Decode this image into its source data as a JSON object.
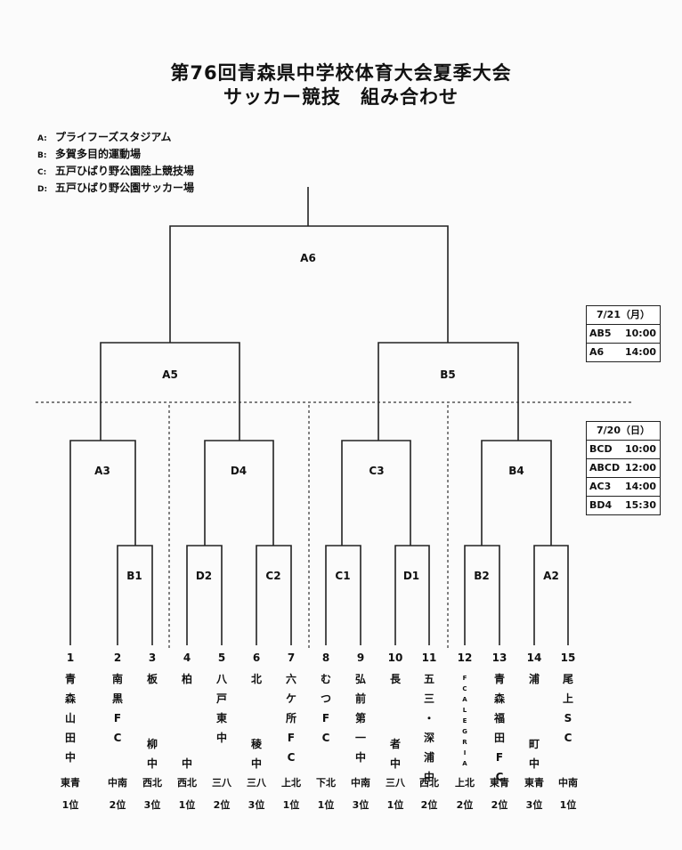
{
  "title": {
    "line1": "第76回青森県中学校体育大会夏季大会",
    "line2": "サッカー競技　組み合わせ"
  },
  "venues": [
    {
      "key": "A:",
      "name": "プライフーズスタジアム"
    },
    {
      "key": "B:",
      "name": "多賀多目的運動場"
    },
    {
      "key": "C:",
      "name": "五戸ひばり野公園陸上競技場"
    },
    {
      "key": "D:",
      "name": "五戸ひばり野公園サッカー場"
    }
  ],
  "matches": {
    "final": "A6",
    "semi_left": "A5",
    "semi_right": "B5",
    "q1": "A3",
    "q2": "D4",
    "q3": "C3",
    "q4": "B4",
    "r1_1": "B1",
    "r1_2": "D2",
    "r1_3": "C2",
    "r1_4": "C1",
    "r1_5": "D1",
    "r1_6": "B2",
    "r1_7": "A2"
  },
  "schedule_0721": {
    "date": "7/21（月）",
    "rows": [
      {
        "match": "AB5",
        "time": "10:00"
      },
      {
        "match": "A6",
        "time": "14:00"
      }
    ]
  },
  "schedule_0720": {
    "date": "7/20（日）",
    "rows": [
      {
        "match": "BCD",
        "time": "10:00"
      },
      {
        "match": "ABCD",
        "time": "12:00"
      },
      {
        "match": "AC3",
        "time": "14:00"
      },
      {
        "match": "BD4",
        "time": "15:30"
      }
    ]
  },
  "teams": [
    {
      "num": "1",
      "name": [
        "青",
        "森",
        "山",
        "田",
        "中"
      ],
      "region": "東青",
      "rank": "1位"
    },
    {
      "num": "2",
      "name": [
        "南",
        "黒",
        "F",
        "C"
      ],
      "region": "中南",
      "rank": "2位"
    },
    {
      "num": "3",
      "name": [
        "板",
        "柳",
        "中"
      ],
      "region": "西北",
      "rank": "3位"
    },
    {
      "num": "4",
      "name": [
        "柏",
        "中"
      ],
      "region": "西北",
      "rank": "1位"
    },
    {
      "num": "5",
      "name": [
        "八",
        "戸",
        "東",
        "中"
      ],
      "region": "三八",
      "rank": "2位"
    },
    {
      "num": "6",
      "name": [
        "北",
        "稜",
        "中"
      ],
      "region": "三八",
      "rank": "3位"
    },
    {
      "num": "7",
      "name": [
        "六",
        "ケ",
        "所",
        "F",
        "C"
      ],
      "region": "上北",
      "rank": "1位"
    },
    {
      "num": "8",
      "name": [
        "む",
        "つ",
        "F",
        "C"
      ],
      "region": "下北",
      "rank": "1位"
    },
    {
      "num": "9",
      "name": [
        "弘",
        "前",
        "第",
        "一",
        "中"
      ],
      "region": "中南",
      "rank": "3位"
    },
    {
      "num": "10",
      "name": [
        "長",
        "者",
        "中"
      ],
      "region": "三八",
      "rank": "1位"
    },
    {
      "num": "11",
      "name": [
        "五",
        "三",
        "・",
        "深",
        "浦",
        "中"
      ],
      "region": "西北",
      "rank": "2位"
    },
    {
      "num": "12",
      "name": [
        "F",
        "C",
        "A",
        "L",
        "E",
        "G",
        "R",
        "I",
        "A"
      ],
      "region": "上北",
      "rank": "2位"
    },
    {
      "num": "13",
      "name": [
        "青",
        "森",
        "福",
        "田",
        "F",
        "C"
      ],
      "region": "東青",
      "rank": "2位"
    },
    {
      "num": "14",
      "name": [
        "浦",
        "町",
        "中"
      ],
      "region": "東青",
      "rank": "3位"
    },
    {
      "num": "15",
      "name": [
        "尾",
        "上",
        "S",
        "C"
      ],
      "region": "中南",
      "rank": "1位"
    }
  ]
}
